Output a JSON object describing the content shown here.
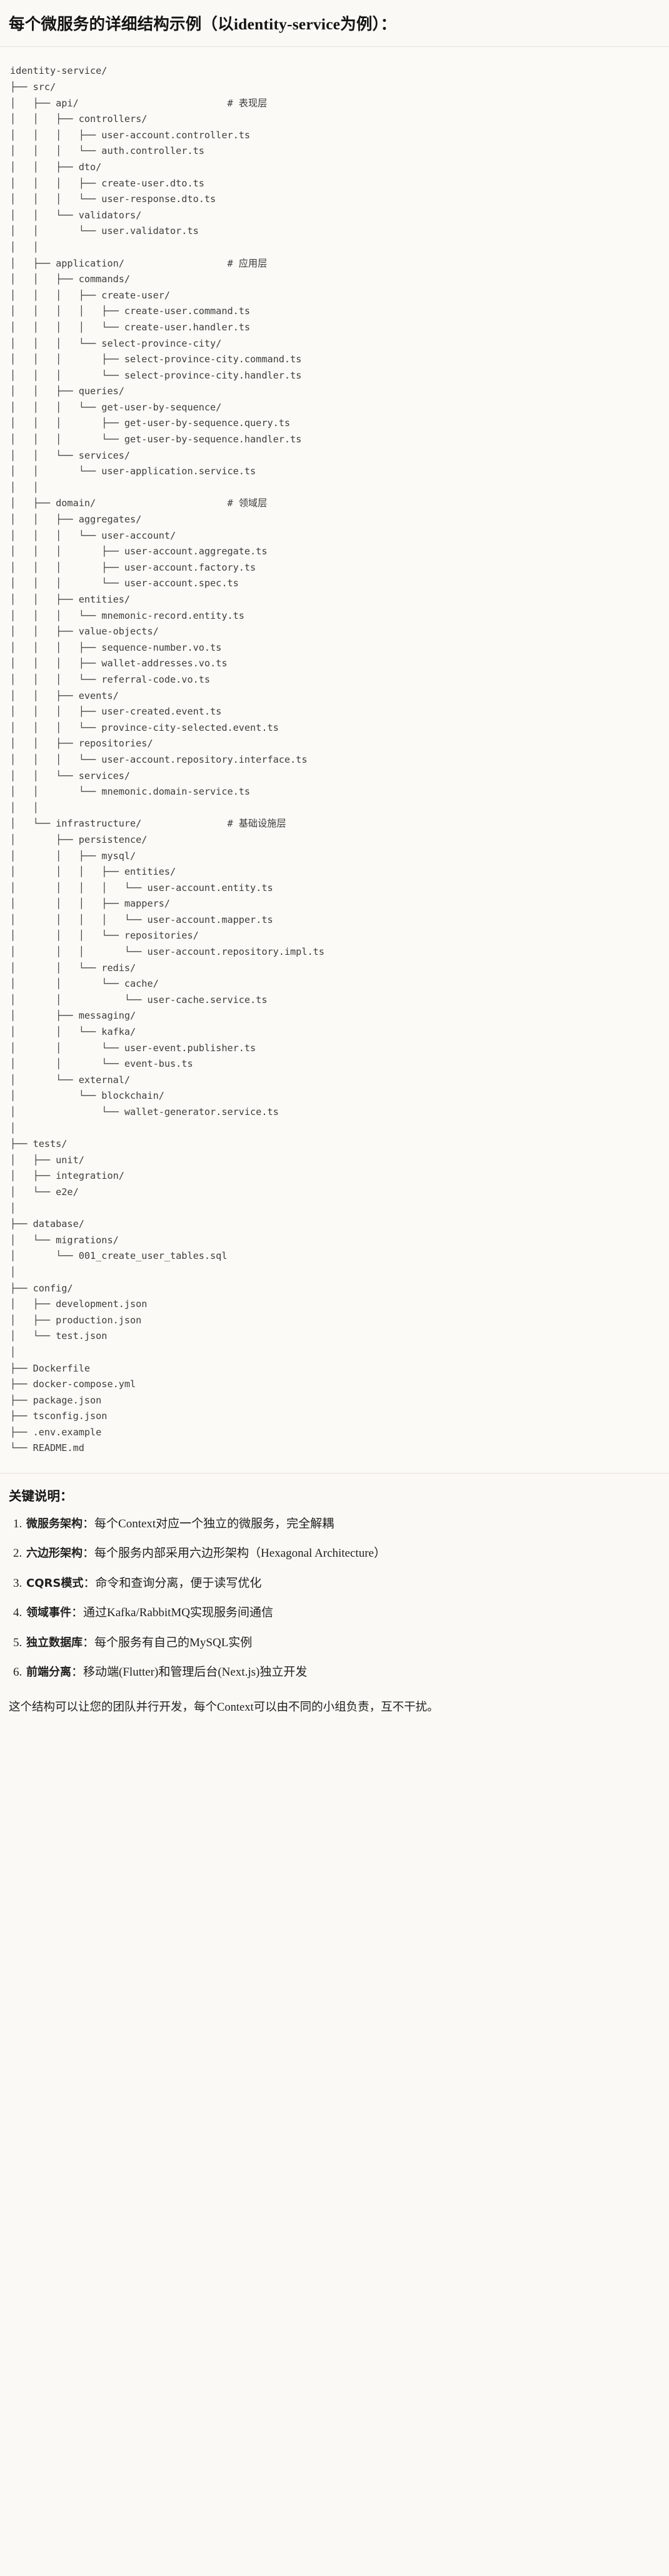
{
  "title": {
    "prefix": "每个微服务的详细结构示例（以",
    "service": "identity-service",
    "suffix": "为例）："
  },
  "tree": {
    "root": "identity-service/",
    "text": "identity-service/\n├── src/\n│   ├── api/                          # 表现层\n│   │   ├── controllers/\n│   │   │   ├── user-account.controller.ts\n│   │   │   └── auth.controller.ts\n│   │   ├── dto/\n│   │   │   ├── create-user.dto.ts\n│   │   │   └── user-response.dto.ts\n│   │   └── validators/\n│   │       └── user.validator.ts\n│   │\n│   ├── application/                  # 应用层\n│   │   ├── commands/\n│   │   │   ├── create-user/\n│   │   │   │   ├── create-user.command.ts\n│   │   │   │   └── create-user.handler.ts\n│   │   │   └── select-province-city/\n│   │   │       ├── select-province-city.command.ts\n│   │   │       └── select-province-city.handler.ts\n│   │   ├── queries/\n│   │   │   └── get-user-by-sequence/\n│   │   │       ├── get-user-by-sequence.query.ts\n│   │   │       └── get-user-by-sequence.handler.ts\n│   │   └── services/\n│   │       └── user-application.service.ts\n│   │\n│   ├── domain/                       # 领域层\n│   │   ├── aggregates/\n│   │   │   └── user-account/\n│   │   │       ├── user-account.aggregate.ts\n│   │   │       ├── user-account.factory.ts\n│   │   │       └── user-account.spec.ts\n│   │   ├── entities/\n│   │   │   └── mnemonic-record.entity.ts\n│   │   ├── value-objects/\n│   │   │   ├── sequence-number.vo.ts\n│   │   │   ├── wallet-addresses.vo.ts\n│   │   │   └── referral-code.vo.ts\n│   │   ├── events/\n│   │   │   ├── user-created.event.ts\n│   │   │   └── province-city-selected.event.ts\n│   │   ├── repositories/\n│   │   │   └── user-account.repository.interface.ts\n│   │   └── services/\n│   │       └── mnemonic.domain-service.ts\n│   │\n│   └── infrastructure/               # 基础设施层\n│       ├── persistence/\n│       │   ├── mysql/\n│       │   │   ├── entities/\n│       │   │   │   └── user-account.entity.ts\n│       │   │   ├── mappers/\n│       │   │   │   └── user-account.mapper.ts\n│       │   │   └── repositories/\n│       │   │       └── user-account.repository.impl.ts\n│       │   └── redis/\n│       │       └── cache/\n│       │           └── user-cache.service.ts\n│       ├── messaging/\n│       │   └── kafka/\n│       │       └── user-event.publisher.ts\n│       │       └── event-bus.ts\n│       └── external/\n│           └── blockchain/\n│               └── wallet-generator.service.ts\n│\n├── tests/\n│   ├── unit/\n│   ├── integration/\n│   └── e2e/\n│\n├── database/\n│   └── migrations/\n│       └── 001_create_user_tables.sql\n│\n├── config/\n│   ├── development.json\n│   ├── production.json\n│   └── test.json\n│\n├── Dockerfile\n├── docker-compose.yml\n├── package.json\n├── tsconfig.json\n├── .env.example\n└── README.md",
    "layer_comments": [
      "# 表现层",
      "# 应用层",
      "# 领域层",
      "# 基础设施层"
    ]
  },
  "notes": {
    "heading": "关键说明：",
    "items": [
      {
        "term": "微服务架构",
        "sep": "：",
        "text": "每个Context对应一个独立的微服务，完全解耦"
      },
      {
        "term": "六边形架构",
        "sep": "：",
        "text": "每个服务内部采用六边形架构（Hexagonal Architecture）"
      },
      {
        "term": "CQRS模式",
        "sep": "：",
        "text": "命令和查询分离，便于读写优化"
      },
      {
        "term": "领域事件",
        "sep": "：",
        "text": "通过Kafka/RabbitMQ实现服务间通信"
      },
      {
        "term": "独立数据库",
        "sep": "：",
        "text": "每个服务有自己的MySQL实例"
      },
      {
        "term": "前端分离",
        "sep": "：",
        "text": "移动端(Flutter)和管理后台(Next.js)独立开发"
      }
    ]
  },
  "footer": {
    "text": "这个结构可以让您的团队并行开发，每个Context可以由不同的小组负责，互不干扰。"
  },
  "colors": {
    "background": "#faf9f5",
    "code_background": "#fbfaf7",
    "text": "#1f1f1d",
    "code_text": "#3c3c3a",
    "rule": "#e6e3dc"
  }
}
